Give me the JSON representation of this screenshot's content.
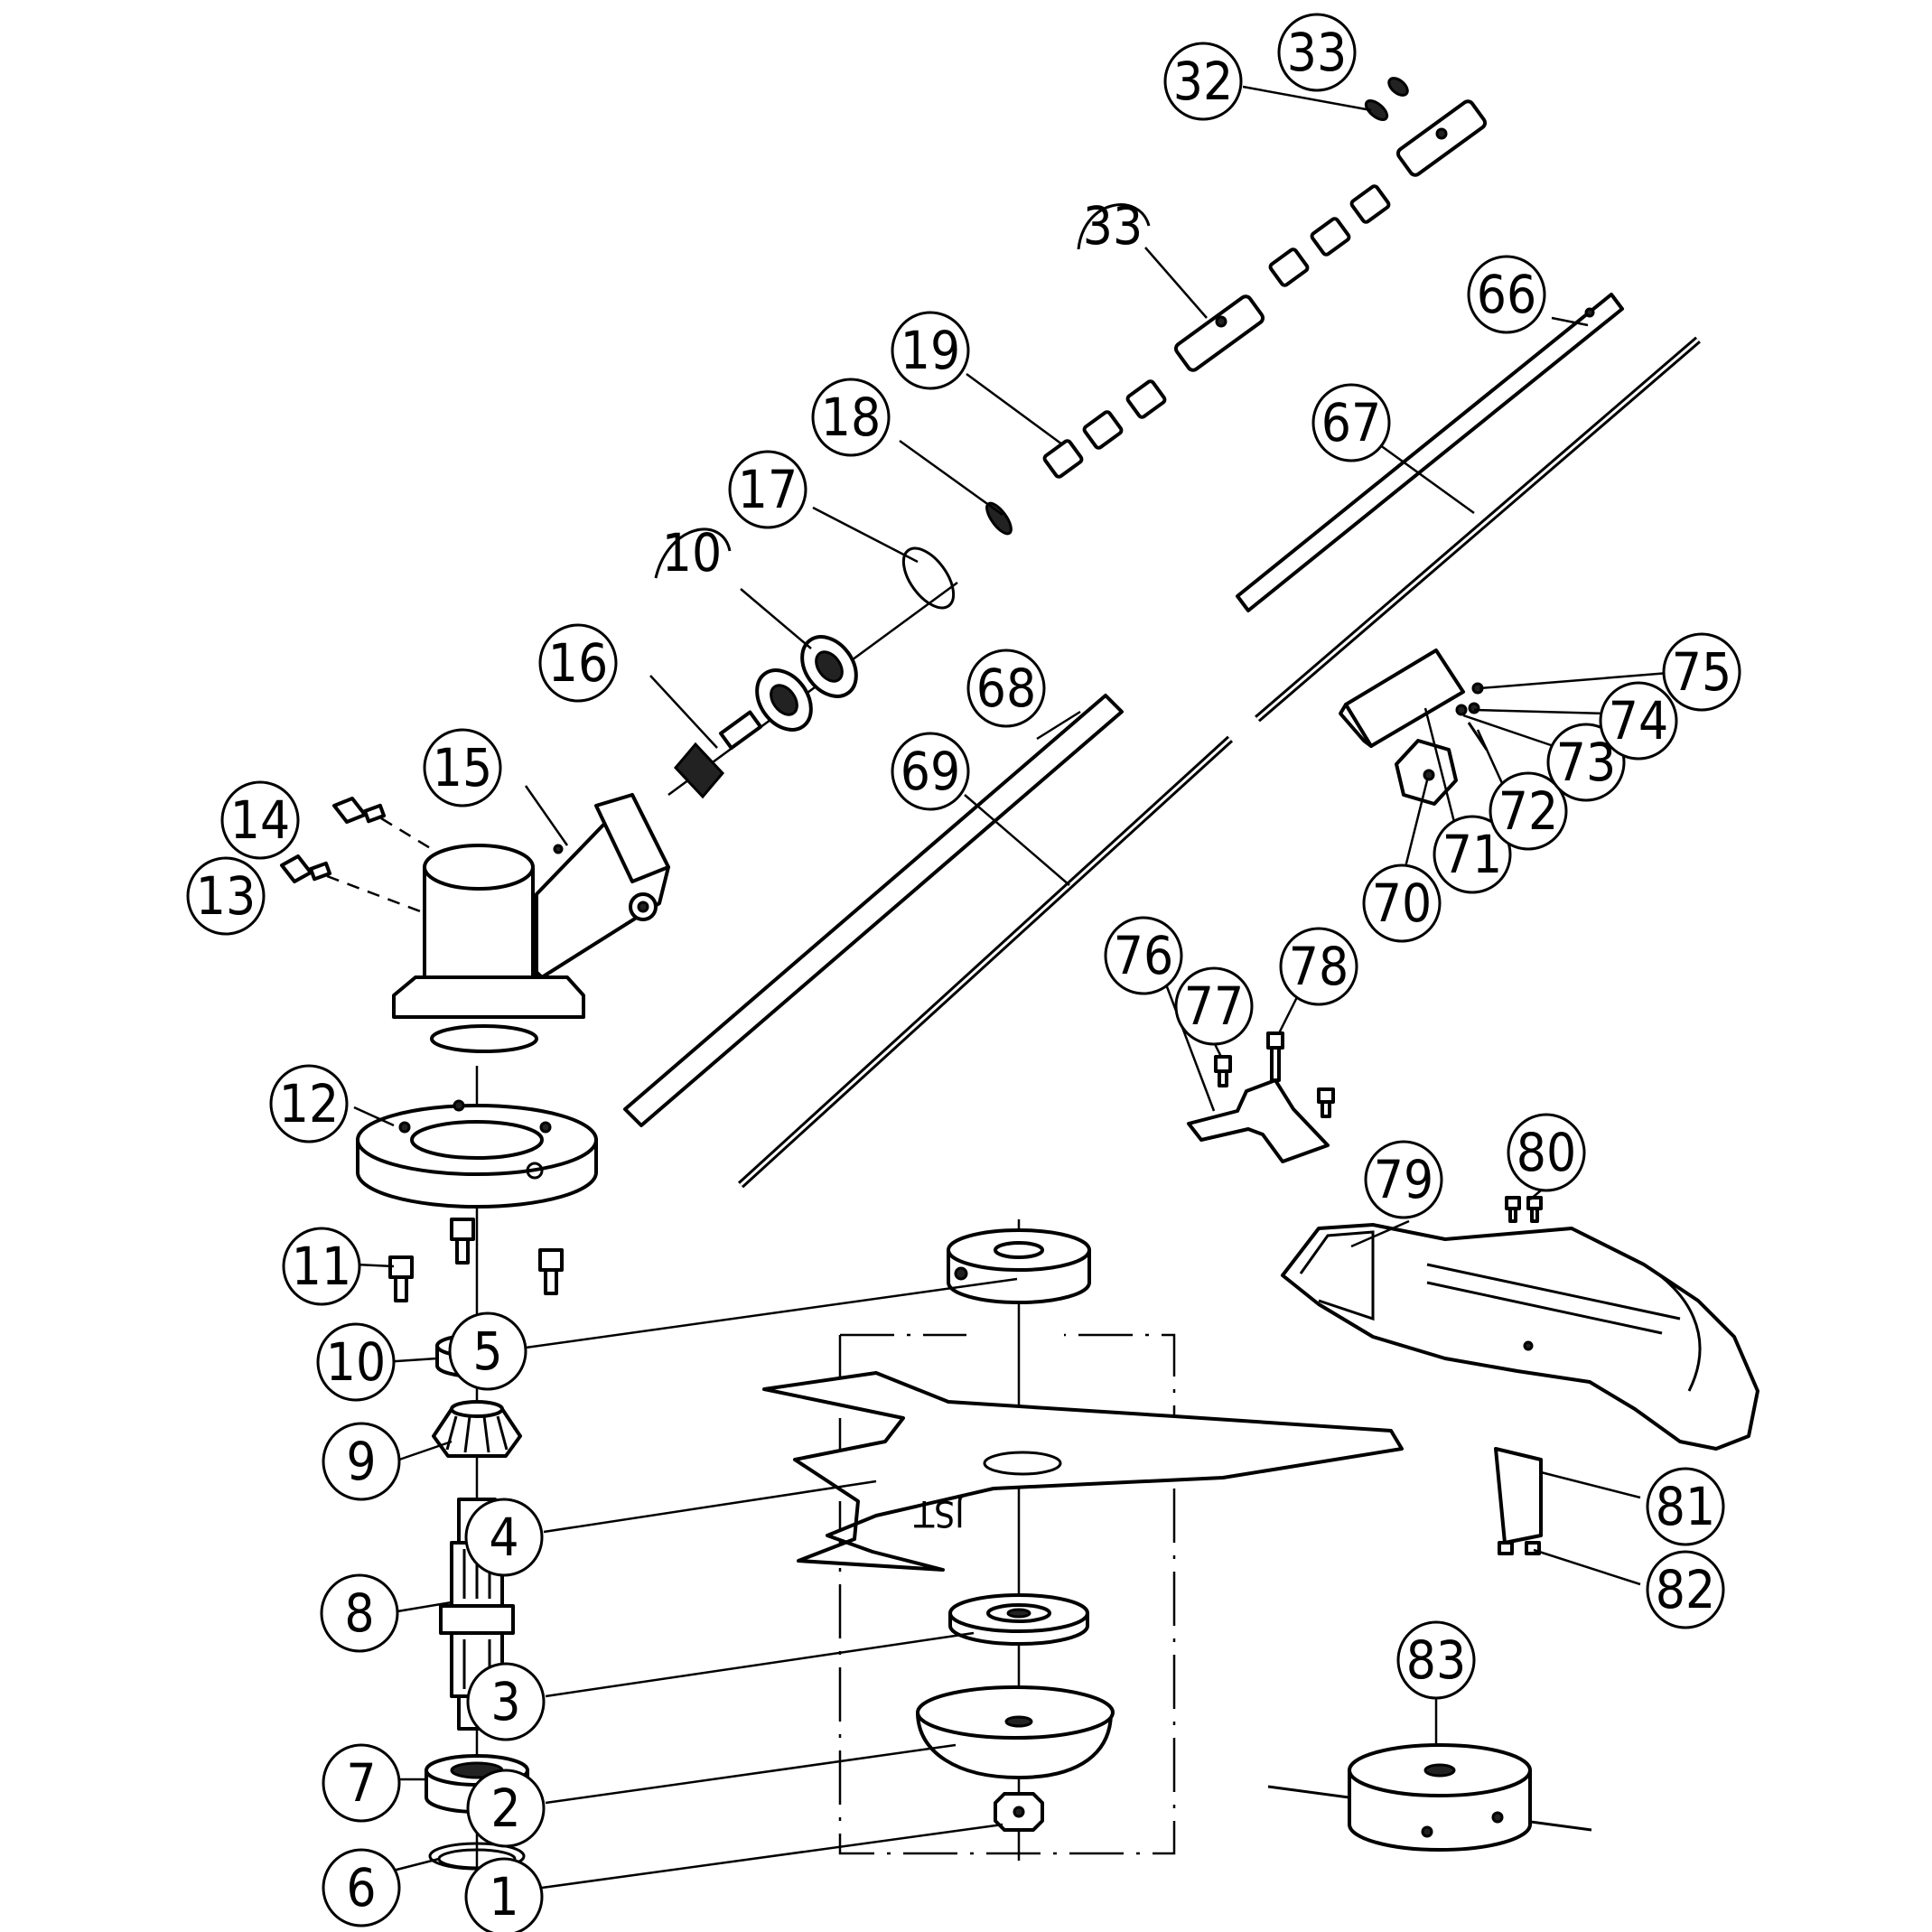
{
  "diagram": {
    "type": "exploded-parts-diagram",
    "blade_marking": "JST",
    "callouts": [
      {
        "id": "1",
        "label": "1"
      },
      {
        "id": "2",
        "label": "2"
      },
      {
        "id": "3",
        "label": "3"
      },
      {
        "id": "4",
        "label": "4"
      },
      {
        "id": "5",
        "label": "5"
      },
      {
        "id": "6",
        "label": "6"
      },
      {
        "id": "7",
        "label": "7"
      },
      {
        "id": "8",
        "label": "8"
      },
      {
        "id": "9",
        "label": "9"
      },
      {
        "id": "10a",
        "label": "10"
      },
      {
        "id": "10b",
        "label": "10"
      },
      {
        "id": "11",
        "label": "11"
      },
      {
        "id": "12",
        "label": "12"
      },
      {
        "id": "13",
        "label": "13"
      },
      {
        "id": "14",
        "label": "14"
      },
      {
        "id": "15",
        "label": "15"
      },
      {
        "id": "16",
        "label": "16"
      },
      {
        "id": "17",
        "label": "17"
      },
      {
        "id": "18",
        "label": "18"
      },
      {
        "id": "19",
        "label": "19"
      },
      {
        "id": "32",
        "label": "32"
      },
      {
        "id": "33a",
        "label": "33"
      },
      {
        "id": "33b",
        "label": "33"
      },
      {
        "id": "66",
        "label": "66"
      },
      {
        "id": "67",
        "label": "67"
      },
      {
        "id": "68",
        "label": "68"
      },
      {
        "id": "69",
        "label": "69"
      },
      {
        "id": "70",
        "label": "70"
      },
      {
        "id": "71",
        "label": "71"
      },
      {
        "id": "72",
        "label": "72"
      },
      {
        "id": "73",
        "label": "73"
      },
      {
        "id": "74",
        "label": "74"
      },
      {
        "id": "75",
        "label": "75"
      },
      {
        "id": "76",
        "label": "76"
      },
      {
        "id": "77",
        "label": "77"
      },
      {
        "id": "78",
        "label": "78"
      },
      {
        "id": "79",
        "label": "79"
      },
      {
        "id": "80",
        "label": "80"
      },
      {
        "id": "81",
        "label": "81"
      },
      {
        "id": "82",
        "label": "82"
      },
      {
        "id": "83",
        "label": "83"
      }
    ]
  }
}
